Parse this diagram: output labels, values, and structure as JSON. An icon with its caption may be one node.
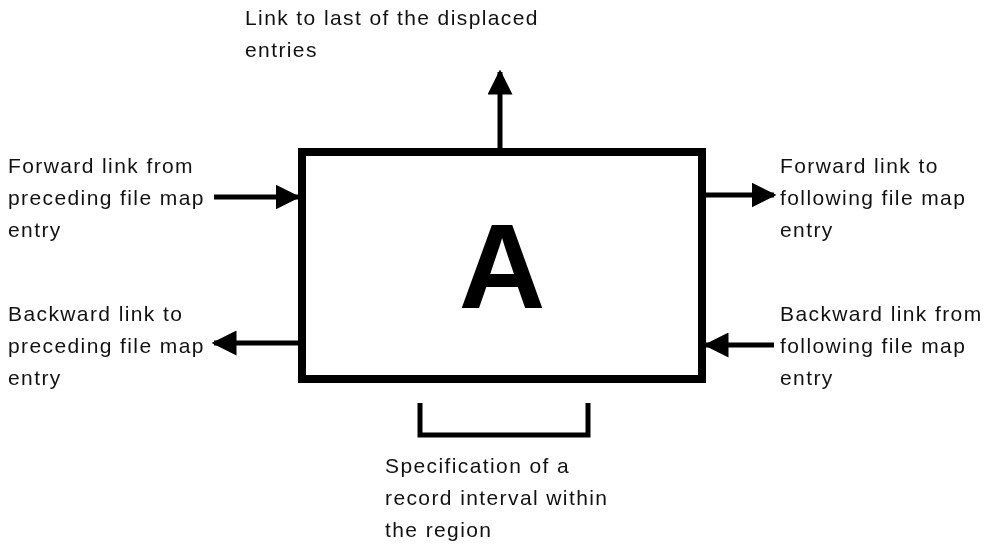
{
  "diagram": {
    "nodes": [
      {
        "text": [
          "A"
        ]
      },
      {
        "text": [
          "Link to last of the displaced entries"
        ]
      },
      {
        "text": [
          "Forward link from preceding file map entry"
        ]
      },
      {
        "text": [
          "Forward link to following file map entry"
        ]
      },
      {
        "text": [
          "Backward link to preceding file map entry"
        ]
      },
      {
        "text": [
          "Backward link from following file map entry"
        ]
      }
    ],
    "edges": [
      {
        "from": 0,
        "to": 1,
        "arrow": "to"
      },
      {
        "from": 2,
        "to": 0,
        "arrow": "to"
      },
      {
        "from": 0,
        "to": 3,
        "arrow": "to"
      },
      {
        "from": 0,
        "to": 4,
        "arrow": "to"
      },
      {
        "from": 5,
        "to": 0,
        "arrow": "to"
      }
    ],
    "labels": [
      "Specification of a record interval within the region"
    ]
  }
}
